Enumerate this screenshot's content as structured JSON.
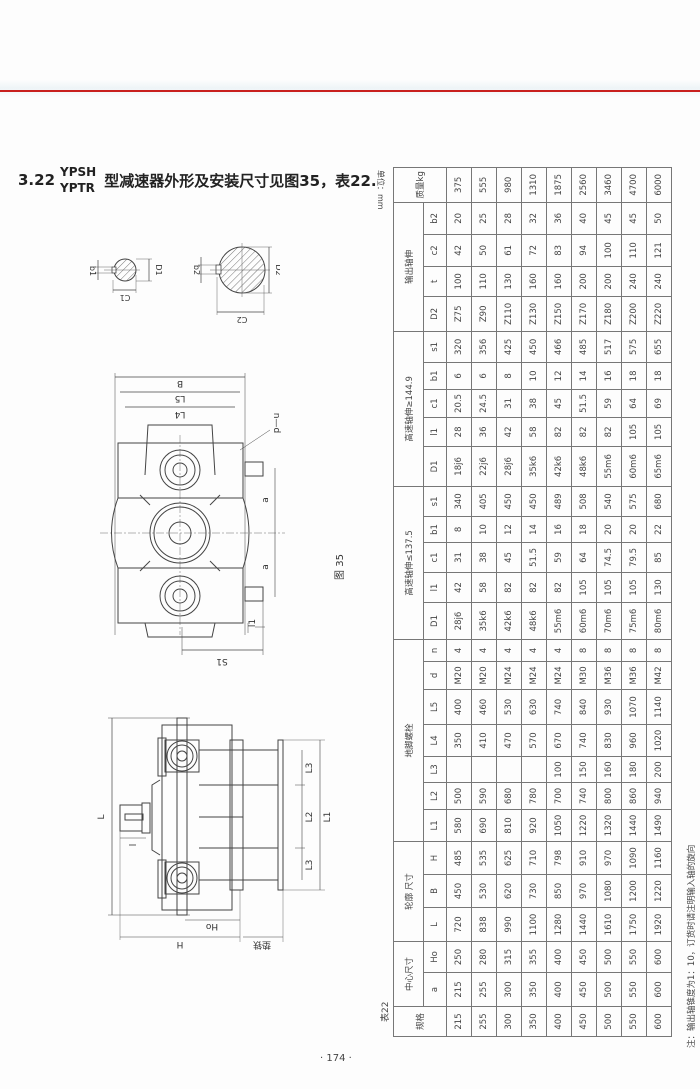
{
  "header": {
    "section_number": "3.22",
    "model_top": "YPSH",
    "model_bottom": "YPTR",
    "title_text": "型减速器外形及安装尺寸见图35，表22."
  },
  "figure": {
    "caption": "图 35",
    "shaft_labels": {
      "b1": "b1",
      "D1": "D1",
      "c1": "C1",
      "b2": "b2",
      "D2": "D2",
      "c2": "C2"
    },
    "top_view_labels": {
      "B": "B",
      "L5": "L5",
      "L4": "L4",
      "nd": "n—d",
      "a1": "a",
      "a2": "a",
      "l1": "l1",
      "S1": "S1"
    },
    "side_view_labels": {
      "L": "L",
      "l": "l",
      "L3a": "L3",
      "L2": "L2",
      "L3b": "L3",
      "L1": "L1",
      "Ho": "Ho",
      "H": "H",
      "base": "垫铁"
    }
  },
  "table": {
    "label": "表22",
    "unit": "单位：mm",
    "groups": [
      {
        "label": "规格",
        "span": 1
      },
      {
        "label": "中心尺寸",
        "span": 2
      },
      {
        "label": "轮廓 尺寸",
        "span": 3
      },
      {
        "label": "地脚螺栓",
        "span": 7
      },
      {
        "label": "高速轴伸≤137.5",
        "span": 5
      },
      {
        "label": "高速轴伸≥144.9",
        "span": 5
      },
      {
        "label": "输出轴伸",
        "span": 4
      },
      {
        "label": "质量kg",
        "span": 1
      }
    ],
    "columns": [
      "a",
      "Ho",
      "L",
      "B",
      "H",
      "L1",
      "L2",
      "L3",
      "L4",
      "L5",
      "d",
      "n",
      "D1",
      "l1",
      "c1",
      "b1",
      "s1",
      "D1",
      "l1",
      "c1",
      "b1",
      "s1",
      "D2",
      "t",
      "c2",
      "b2"
    ],
    "rows": [
      [
        "215",
        "215",
        "250",
        "720",
        "450",
        "485",
        "580",
        "500",
        "",
        "350",
        "400",
        "M20",
        "4",
        "28j6",
        "42",
        "31",
        "8",
        "340",
        "18j6",
        "28",
        "20.5",
        "6",
        "320",
        "Z75",
        "100",
        "42",
        "20",
        "375"
      ],
      [
        "255",
        "255",
        "280",
        "838",
        "530",
        "535",
        "690",
        "590",
        "",
        "410",
        "460",
        "M20",
        "4",
        "35k6",
        "58",
        "38",
        "10",
        "405",
        "22j6",
        "36",
        "24.5",
        "6",
        "356",
        "Z90",
        "110",
        "50",
        "25",
        "555"
      ],
      [
        "300",
        "300",
        "315",
        "990",
        "620",
        "625",
        "810",
        "680",
        "",
        "470",
        "530",
        "M24",
        "4",
        "42k6",
        "82",
        "45",
        "12",
        "450",
        "28j6",
        "42",
        "31",
        "8",
        "425",
        "Z110",
        "130",
        "61",
        "28",
        "980"
      ],
      [
        "350",
        "350",
        "355",
        "1100",
        "730",
        "710",
        "920",
        "780",
        "",
        "570",
        "630",
        "M24",
        "4",
        "48k6",
        "82",
        "51.5",
        "14",
        "450",
        "35k6",
        "58",
        "38",
        "10",
        "450",
        "Z130",
        "160",
        "72",
        "32",
        "1310"
      ],
      [
        "400",
        "400",
        "400",
        "1280",
        "850",
        "798",
        "1050",
        "700",
        "100",
        "670",
        "740",
        "M24",
        "4",
        "55m6",
        "82",
        "59",
        "16",
        "489",
        "42k6",
        "82",
        "45",
        "12",
        "466",
        "Z150",
        "160",
        "83",
        "36",
        "1875"
      ],
      [
        "450",
        "450",
        "450",
        "1440",
        "970",
        "910",
        "1220",
        "740",
        "150",
        "740",
        "840",
        "M30",
        "8",
        "60m6",
        "105",
        "64",
        "18",
        "508",
        "48k6",
        "82",
        "51.5",
        "14",
        "485",
        "Z170",
        "200",
        "94",
        "40",
        "2560"
      ],
      [
        "500",
        "500",
        "500",
        "1610",
        "1080",
        "970",
        "1320",
        "800",
        "160",
        "830",
        "930",
        "M36",
        "8",
        "70m6",
        "105",
        "74.5",
        "20",
        "540",
        "55m6",
        "82",
        "59",
        "16",
        "517",
        "Z180",
        "200",
        "100",
        "45",
        "3460"
      ],
      [
        "550",
        "550",
        "550",
        "1750",
        "1200",
        "1090",
        "1440",
        "860",
        "180",
        "960",
        "1070",
        "M36",
        "8",
        "75m6",
        "105",
        "79.5",
        "20",
        "575",
        "60m6",
        "105",
        "64",
        "18",
        "575",
        "Z200",
        "240",
        "110",
        "45",
        "4700"
      ],
      [
        "600",
        "600",
        "600",
        "1920",
        "1220",
        "1160",
        "1490",
        "940",
        "200",
        "1020",
        "1140",
        "M42",
        "8",
        "80m6",
        "130",
        "85",
        "22",
        "680",
        "65m6",
        "105",
        "69",
        "18",
        "655",
        "Z220",
        "240",
        "121",
        "50",
        "6000"
      ]
    ],
    "note": "注：输出轴锥度为1：10，订货时请注明输入轴的旋向"
  },
  "footer": {
    "page_number": "· 174 ·"
  },
  "colors": {
    "rule_red": "#c8201e",
    "line": "#777777",
    "text": "#444444"
  }
}
